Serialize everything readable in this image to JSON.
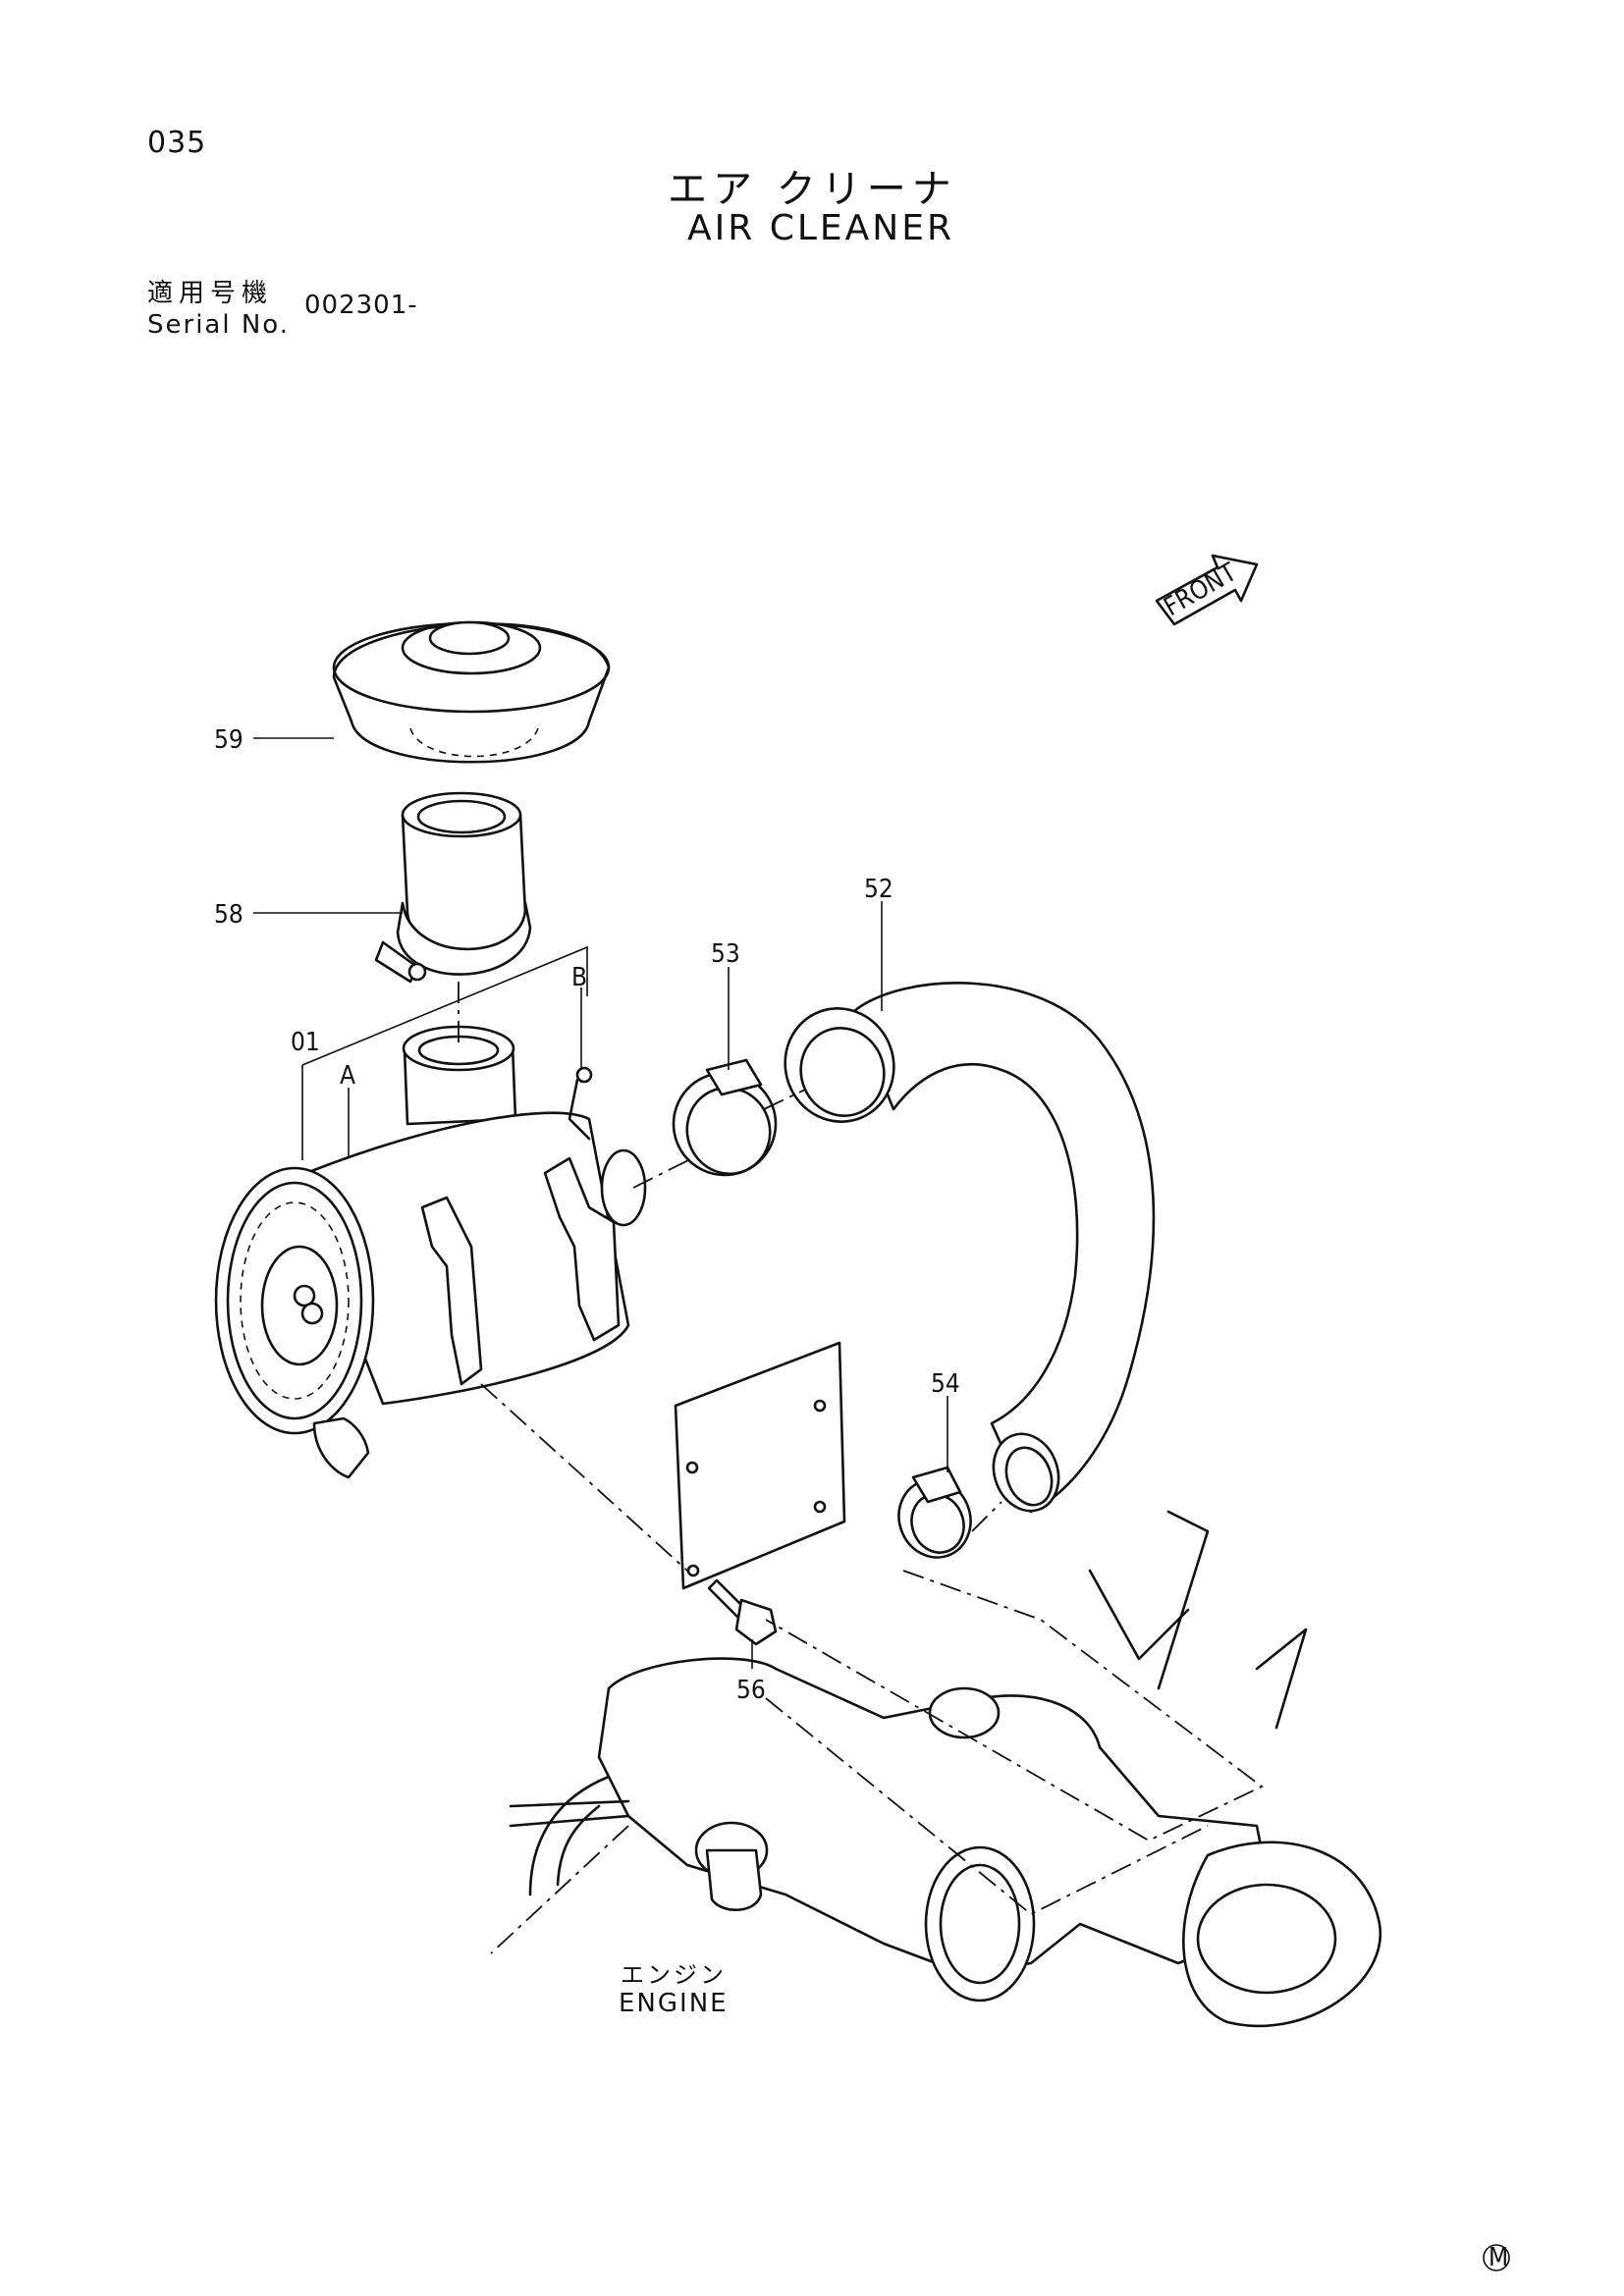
{
  "page": {
    "number": "035",
    "title_jp": "エア クリーナ",
    "title_en": "AIR CLEANER"
  },
  "serial": {
    "label_jp": "適用号機",
    "label_en": "Serial No.",
    "value": "002301-"
  },
  "direction": {
    "label": "FRONT",
    "icon": "front-arrow-icon"
  },
  "callouts": {
    "p01": "01",
    "pA": "A",
    "pB": "B",
    "p52": "52",
    "p53": "53",
    "p54": "54",
    "p56": "56",
    "p58": "58",
    "p59": "59"
  },
  "engine": {
    "label_jp": "エンジン",
    "label_en": "ENGINE"
  },
  "mark": "M"
}
